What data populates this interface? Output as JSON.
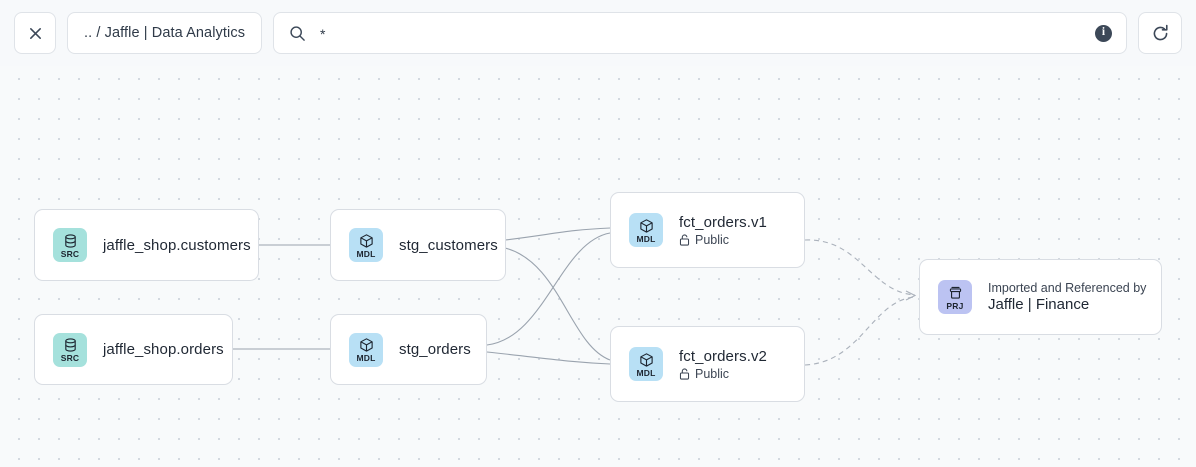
{
  "toolbar": {
    "close_icon": "close-icon",
    "breadcrumb": ".. / Jaffle | Data Analytics",
    "search_icon": "search-icon",
    "search_value": "*",
    "search_placeholder": "",
    "info_icon": "info-icon",
    "info_glyph": "i",
    "refresh_icon": "refresh-icon"
  },
  "graph": {
    "nodes": [
      {
        "id": "jaffle_shop_customers",
        "kind": "SRC",
        "icon": "database-icon",
        "title": "jaffle_shop.customers",
        "subtitle": null,
        "badge_color": "#a5e1dc"
      },
      {
        "id": "jaffle_shop_orders",
        "kind": "SRC",
        "icon": "database-icon",
        "title": "jaffle_shop.orders",
        "subtitle": null,
        "badge_color": "#a5e1dc"
      },
      {
        "id": "stg_customers",
        "kind": "MDL",
        "icon": "cube-icon",
        "title": "stg_customers",
        "subtitle": null,
        "badge_color": "#b8e0f5"
      },
      {
        "id": "stg_orders",
        "kind": "MDL",
        "icon": "cube-icon",
        "title": "stg_orders",
        "subtitle": null,
        "badge_color": "#b8e0f5"
      },
      {
        "id": "fct_orders_v1",
        "kind": "MDL",
        "icon": "cube-icon",
        "title": "fct_orders.v1",
        "subtitle": "Public",
        "subtitle_icon": "unlock-icon",
        "badge_color": "#b8e0f5"
      },
      {
        "id": "fct_orders_v2",
        "kind": "MDL",
        "icon": "cube-icon",
        "title": "fct_orders.v2",
        "subtitle": "Public",
        "subtitle_icon": "unlock-icon",
        "badge_color": "#b8e0f5"
      },
      {
        "id": "jaffle_finance",
        "kind": "PRJ",
        "icon": "project-icon",
        "caption": "Imported and Referenced by",
        "title": "Jaffle | Finance",
        "badge_color": "#bcc3f2"
      }
    ],
    "edge_color": "#9aa3ae",
    "dashed_edge_color": "#aab1bb"
  }
}
